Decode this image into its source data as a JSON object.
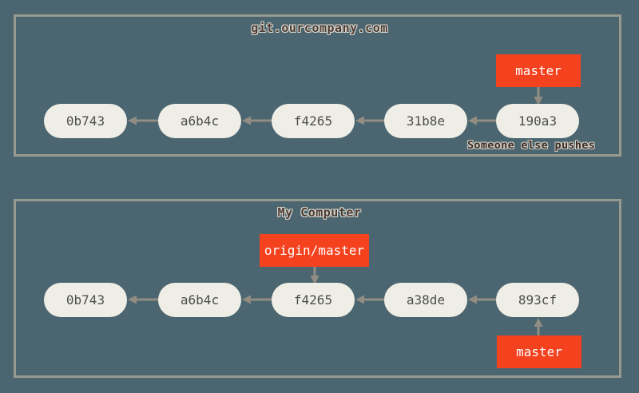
{
  "diagram": {
    "title_remote": "git.ourcompany.com",
    "title_local": "My Computer",
    "caption_pushes": "Someone else pushes",
    "colors": {
      "background": "#4b6670",
      "frame_border": "#989a90",
      "commit_fill": "#efeee6",
      "commit_text": "#4d4d4d",
      "branch_fill": "#f4411e",
      "branch_text": "#ffffff",
      "arrow": "#928d83"
    }
  },
  "remote": {
    "name": "git.ourcompany.com",
    "commits": [
      {
        "id": "0b743"
      },
      {
        "id": "a6b4c"
      },
      {
        "id": "f4265"
      },
      {
        "id": "31b8e"
      },
      {
        "id": "190a3"
      }
    ],
    "branches": [
      {
        "label": "master",
        "points_to": "190a3"
      }
    ]
  },
  "local": {
    "name": "My Computer",
    "commits": [
      {
        "id": "0b743"
      },
      {
        "id": "a6b4c"
      },
      {
        "id": "f4265"
      },
      {
        "id": "a38de"
      },
      {
        "id": "893cf"
      }
    ],
    "branches": [
      {
        "label": "origin/master",
        "points_to": "f4265"
      },
      {
        "label": "master",
        "points_to": "893cf"
      }
    ]
  }
}
